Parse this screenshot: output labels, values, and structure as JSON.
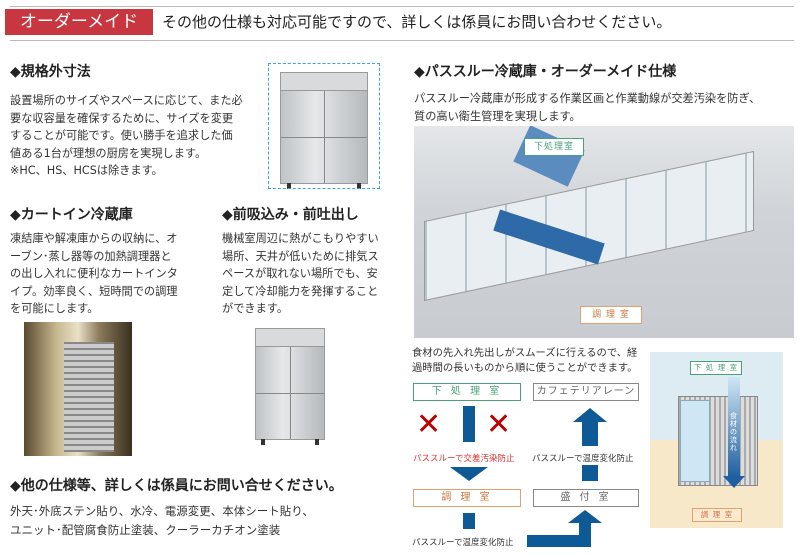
{
  "header": {
    "badge": "オーダーメイド",
    "lead": "その他の仕様も対応可能ですので、詳しくは係員にお問い合わせください。"
  },
  "sections": {
    "size": {
      "title": "◆規格外寸法",
      "lines": [
        "設置場所のサイズやスペースに応じて、また必",
        "要な収容量を確保するために、サイズを変更",
        "することが可能です。使い勝手を追求した価",
        "値ある1台が理想の厨房を実現します。",
        "※HC、HS、HCSは除きます。"
      ]
    },
    "cartin": {
      "title": "◆カートイン冷蔵庫",
      "lines": [
        "凍結庫や解凍庫からの収納に、オ",
        "ーブン･蒸し器等の加熱調理器と",
        "の出し入れに便利なカートインタ",
        "イプ。効率良く、短時間での調理",
        "を可能にします。"
      ]
    },
    "front": {
      "title": "◆前吸込み・前吐出し",
      "lines": [
        "機械室周辺に熱がこもりやすい",
        "場所、天井が低いために排気ス",
        "ペースが取れない場所でも、安",
        "定して冷却能力を発揮すること",
        "ができます。"
      ]
    },
    "other": {
      "title": "◆他の仕様等、詳しくは係員にお問い合せください。",
      "lines": [
        "外天･外底ステン貼り、水冷、電源変更、本体シート貼り、",
        "ユニット･配管腐食防止塗装、クーラーカチオン塗装"
      ]
    },
    "passthrough": {
      "title": "◆パススルー冷蔵庫・オーダーメイド仕様",
      "lines": [
        "パススルー冷蔵庫が形成する作業区画と作業動線が交差汚染を防ぎ、",
        "質の高い衛生管理を実現します。"
      ],
      "scene_labels": {
        "prep": "下処理室",
        "cook": "調 理 室"
      }
    },
    "flow": {
      "lines": [
        "食材の先入れ先出しがスムーズに行えるので、経",
        "過時間の長いものから順に使うことができます。"
      ],
      "prep": "下 処 理 室",
      "cafeteria": "カフェテリアレーン",
      "cook": "調 理 室",
      "serving": "盛 付 室",
      "cross_contamination": "パススルーで交差汚染防止",
      "temp1": "パススルーで温度変化防止",
      "temp2": "パススルーで温度変化防止",
      "plan_prep": "下 処 理 室",
      "plan_cook": "調 理 室",
      "plan_flow": "食材の流れ"
    }
  },
  "colors": {
    "accent": "#c8373f",
    "flow_blue": "#0d5a96",
    "prep_green": "#4aa07a",
    "cook_orange": "#e0a070"
  }
}
